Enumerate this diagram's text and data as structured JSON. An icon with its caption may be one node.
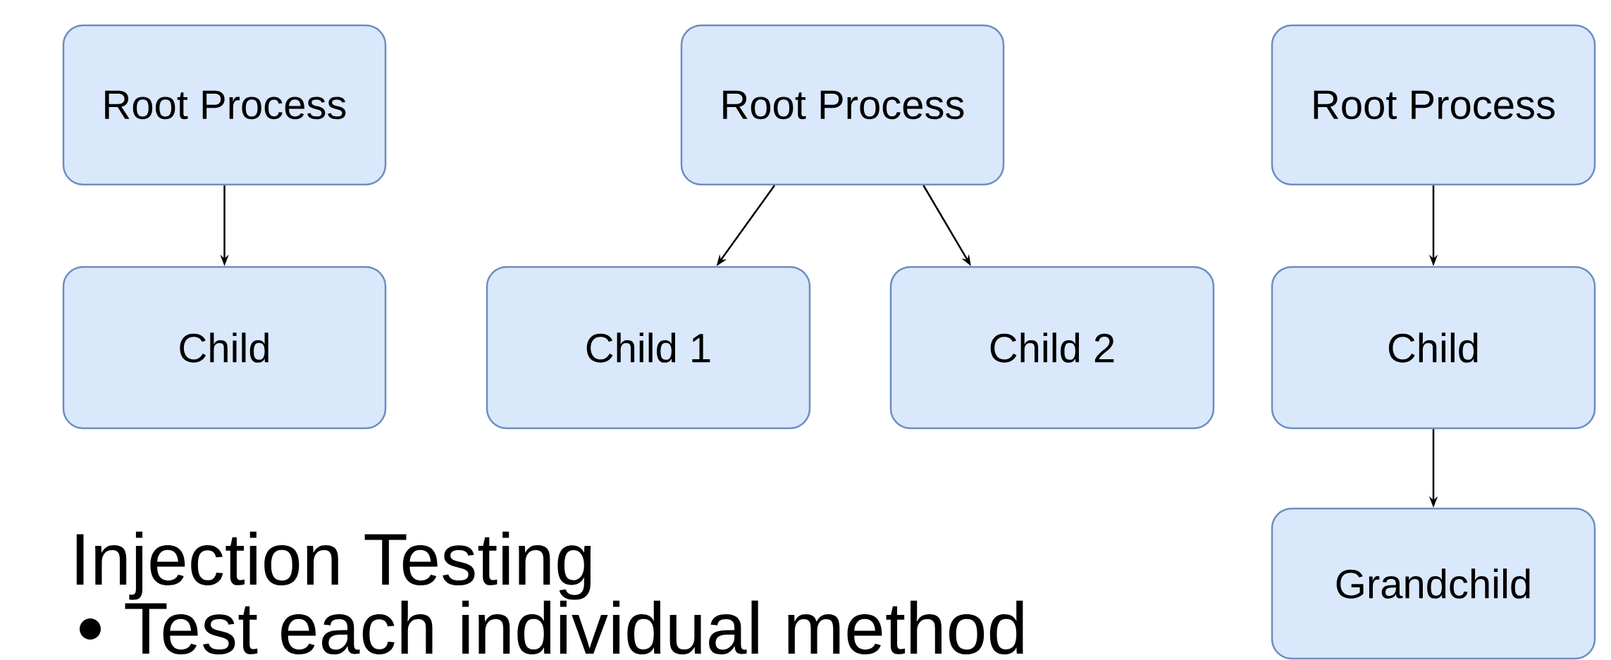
{
  "diagram": {
    "nodes": [
      {
        "text": [
          "Root Process"
        ]
      },
      {
        "text": [
          "Child"
        ]
      },
      {
        "text": [
          "Root Process"
        ]
      },
      {
        "text": [
          "Child 1"
        ]
      },
      {
        "text": [
          "Child 2"
        ]
      },
      {
        "text": [
          "Root Process"
        ]
      },
      {
        "text": [
          "Child"
        ]
      },
      {
        "text": [
          "Grandchild"
        ]
      }
    ],
    "edges": [
      {
        "from": 0,
        "to": 1,
        "arrow": "to"
      },
      {
        "from": 2,
        "to": 3,
        "arrow": "to"
      },
      {
        "from": 2,
        "to": 4,
        "arrow": "to"
      },
      {
        "from": 5,
        "to": 6,
        "arrow": "to"
      },
      {
        "from": 6,
        "to": 7,
        "arrow": "to"
      }
    ],
    "labels": [
      "Injection Testing",
      "Test each individual method"
    ]
  }
}
